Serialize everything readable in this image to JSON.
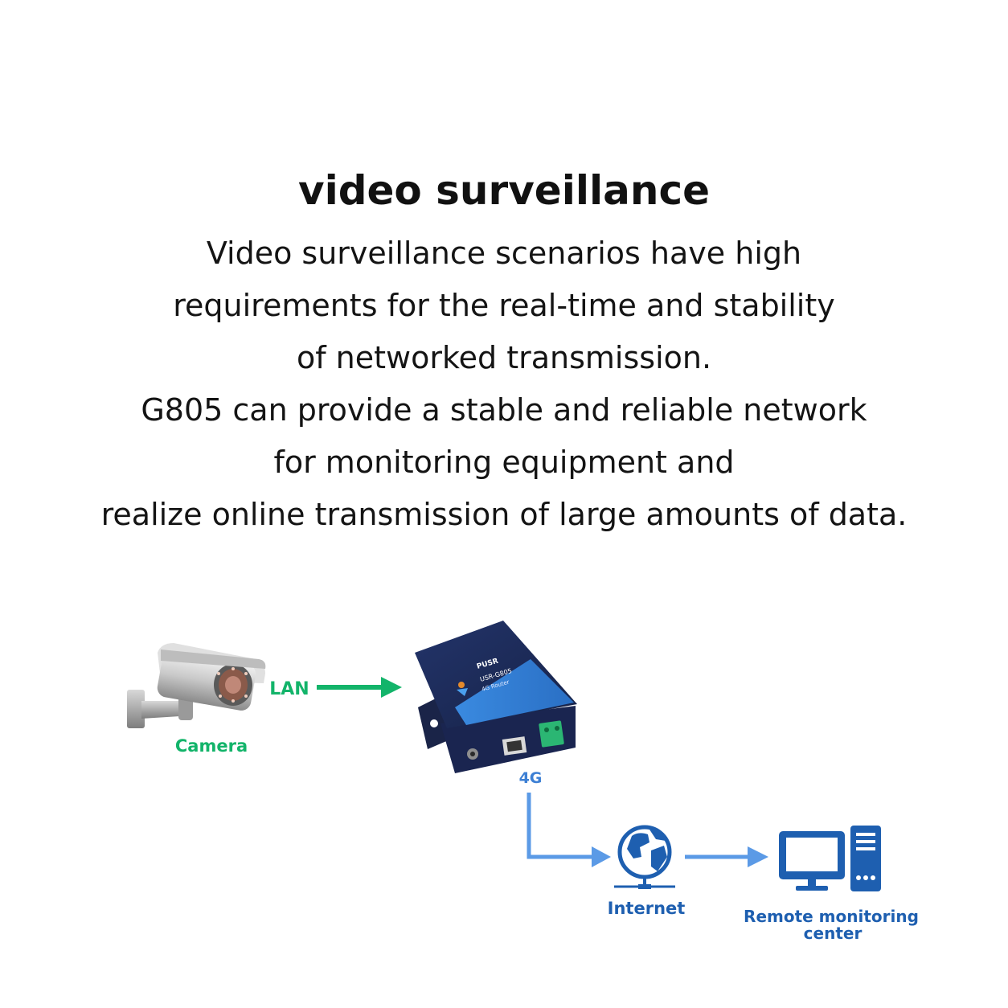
{
  "heading": "video surveillance",
  "description_lines": [
    "Video surveillance scenarios have high",
    "requirements for the real-time and stability",
    "of networked transmission.",
    "G805 can provide a stable and reliable network",
    "for monitoring equipment and",
    "realize online transmission of large amounts of data."
  ],
  "diagram": {
    "camera_label": "Camera",
    "lan_label": "LAN",
    "link_4g_label": "4G",
    "internet_label": "Internet",
    "remote_label_line1": "Remote monitoring",
    "remote_label_line2": "center",
    "router_brand": "PUSR",
    "router_model": "USR-G805",
    "router_type": "4G Router"
  },
  "colors": {
    "green": "#13b46a",
    "blue": "#1e5fb0",
    "link_blue": "#5b9ae6",
    "router_body": "#1c2a55",
    "router_accent": "#2f7fd6"
  }
}
